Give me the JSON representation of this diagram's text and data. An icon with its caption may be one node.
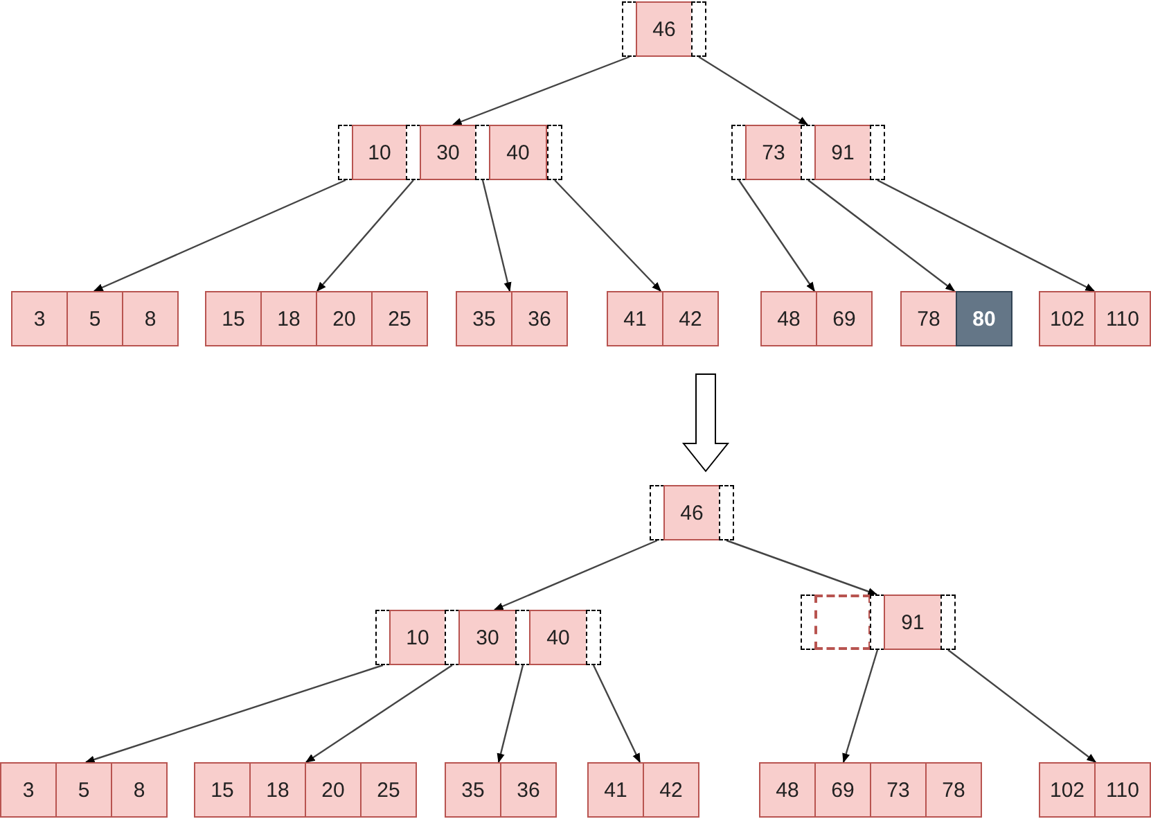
{
  "diagram": {
    "nodes": [
      {
        "text": [],
        "shape": "box"
      },
      {
        "text": [
          "46"
        ]
      },
      {
        "text": [],
        "shape": "box"
      },
      {
        "text": [],
        "shape": "box"
      },
      {
        "text": [
          "10"
        ]
      },
      {
        "text": [],
        "shape": "box"
      },
      {
        "text": [
          "30"
        ]
      },
      {
        "text": [],
        "shape": "box"
      },
      {
        "text": [
          "40"
        ]
      },
      {
        "text": [],
        "shape": "box"
      },
      {
        "text": [],
        "shape": "box"
      },
      {
        "text": [
          "73"
        ]
      },
      {
        "text": [],
        "shape": "box"
      },
      {
        "text": [
          "91"
        ]
      },
      {
        "text": [],
        "shape": "box"
      },
      {
        "text": [
          "3"
        ]
      },
      {
        "text": [
          "5"
        ]
      },
      {
        "text": [
          "8"
        ]
      },
      {
        "text": [
          "15"
        ]
      },
      {
        "text": [
          "18"
        ]
      },
      {
        "text": [
          "20"
        ]
      },
      {
        "text": [
          "25"
        ]
      },
      {
        "text": [
          "35"
        ]
      },
      {
        "text": [
          "36"
        ]
      },
      {
        "text": [
          "41"
        ]
      },
      {
        "text": [
          "42"
        ]
      },
      {
        "text": [
          "48"
        ]
      },
      {
        "text": [
          "69"
        ]
      },
      {
        "text": [
          "78"
        ]
      },
      {
        "text": [
          "80"
        ]
      },
      {
        "text": [
          "102"
        ]
      },
      {
        "text": [
          "110"
        ]
      },
      {
        "text": [],
        "shape": "box"
      },
      {
        "text": [
          "46"
        ]
      },
      {
        "text": [],
        "shape": "box"
      },
      {
        "text": [],
        "shape": "box"
      },
      {
        "text": [
          "10"
        ]
      },
      {
        "text": [],
        "shape": "box"
      },
      {
        "text": [
          "30"
        ]
      },
      {
        "text": [],
        "shape": "box"
      },
      {
        "text": [
          "40"
        ]
      },
      {
        "text": [],
        "shape": "box"
      },
      {
        "text": [],
        "shape": "box"
      },
      {
        "text": [],
        "shape": "box"
      },
      {
        "text": [],
        "shape": "box"
      },
      {
        "text": [
          "91"
        ]
      },
      {
        "text": [],
        "shape": "box"
      },
      {
        "text": [
          "3"
        ]
      },
      {
        "text": [
          "5"
        ]
      },
      {
        "text": [
          "8"
        ]
      },
      {
        "text": [
          "15"
        ]
      },
      {
        "text": [
          "18"
        ]
      },
      {
        "text": [
          "20"
        ]
      },
      {
        "text": [
          "25"
        ]
      },
      {
        "text": [
          "35"
        ]
      },
      {
        "text": [
          "36"
        ]
      },
      {
        "text": [
          "41"
        ]
      },
      {
        "text": [
          "42"
        ]
      },
      {
        "text": [
          "48"
        ]
      },
      {
        "text": [
          "69"
        ]
      },
      {
        "text": [
          "73"
        ]
      },
      {
        "text": [
          "78"
        ]
      },
      {
        "text": [
          "102"
        ]
      },
      {
        "text": [
          "110"
        ]
      }
    ],
    "edges": [
      {
        "from": 0,
        "to": 6,
        "arrow": "to"
      },
      {
        "from": 2,
        "to": 12,
        "arrow": "to"
      },
      {
        "from": 3,
        "to": 16,
        "arrow": "to"
      },
      {
        "from": 5,
        "to": 20,
        "arrow": "to"
      },
      {
        "from": 7,
        "to": 22,
        "arrow": "to"
      },
      {
        "from": 9,
        "to": 24,
        "arrow": "to"
      },
      {
        "from": 10,
        "to": 26,
        "arrow": "to"
      },
      {
        "from": 12,
        "to": 28,
        "arrow": "to"
      },
      {
        "from": 14,
        "to": 30,
        "arrow": "to"
      },
      {
        "from": 32,
        "to": 38,
        "arrow": "to"
      },
      {
        "from": 34,
        "to": 44,
        "arrow": "to"
      },
      {
        "from": 35,
        "to": 48,
        "arrow": "to"
      },
      {
        "from": 37,
        "to": 52,
        "arrow": "to"
      },
      {
        "from": 39,
        "to": 54,
        "arrow": "to"
      },
      {
        "from": 41,
        "to": 56,
        "arrow": "to"
      },
      {
        "from": 44,
        "to": 59,
        "arrow": "to"
      },
      {
        "from": 46,
        "to": 62,
        "arrow": "to"
      },
      {
        "from": null,
        "to": 33,
        "arrow": "to",
        "style": "thick"
      }
    ]
  }
}
